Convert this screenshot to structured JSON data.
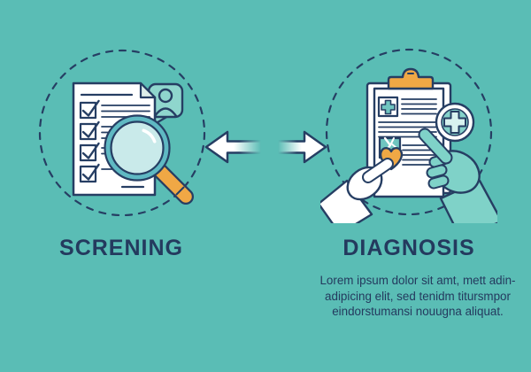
{
  "colors": {
    "background": "#5abdb5",
    "outline_navy": "#263e63",
    "title_navy": "#243a5e",
    "orange": "#f0a845",
    "teal_light": "#8fd6cd",
    "teal_mid": "#6fc5c0",
    "teal_hand": "#7fd2c8",
    "lens_blue": "#c9eaea",
    "white": "#ffffff"
  },
  "left_panel": {
    "title": "SCRENING",
    "icon_name": "checklist-document-magnifier-icon"
  },
  "right_panel": {
    "title": "DIAGNOSIS",
    "icon_name": "clipboard-hands-medical-icon",
    "description_lines": [
      "Lorem ipsum dolor sit amt,  mett adin-",
      "adipicing elit,  sed tenidm titursmpor",
      "eindorstumansi nouugna aliquat."
    ]
  },
  "arrows": {
    "left_icon_name": "arrow-left-icon",
    "right_icon_name": "arrow-right-icon"
  }
}
